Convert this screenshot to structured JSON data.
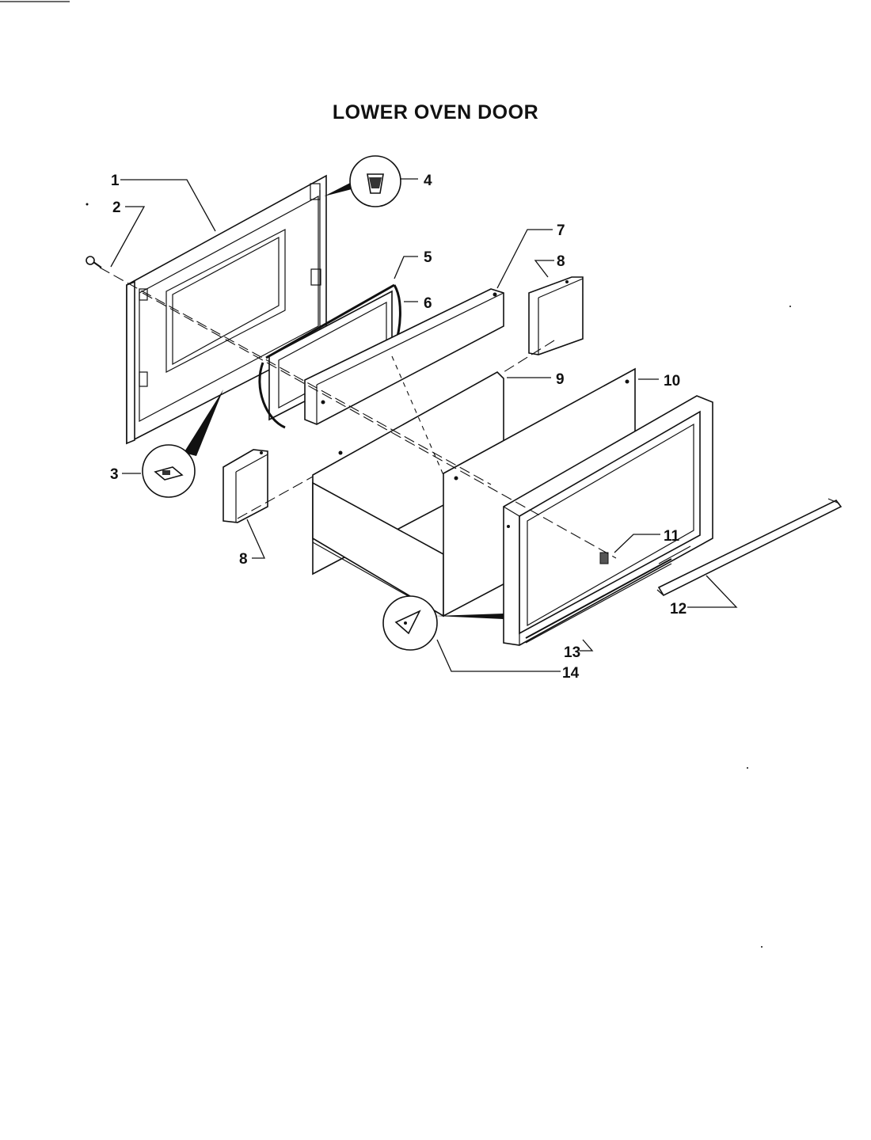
{
  "diagram": {
    "title": "LOWER OVEN DOOR",
    "callouts": [
      {
        "id": "1",
        "label": "1"
      },
      {
        "id": "2",
        "label": "2"
      },
      {
        "id": "3",
        "label": "3"
      },
      {
        "id": "4",
        "label": "4"
      },
      {
        "id": "5",
        "label": "5"
      },
      {
        "id": "6",
        "label": "6"
      },
      {
        "id": "7",
        "label": "7"
      },
      {
        "id": "8a",
        "label": "8"
      },
      {
        "id": "8b",
        "label": "8"
      },
      {
        "id": "9",
        "label": "9"
      },
      {
        "id": "10",
        "label": "10"
      },
      {
        "id": "11",
        "label": "11"
      },
      {
        "id": "12",
        "label": "12"
      },
      {
        "id": "13",
        "label": "13"
      },
      {
        "id": "14",
        "label": "14"
      }
    ]
  }
}
